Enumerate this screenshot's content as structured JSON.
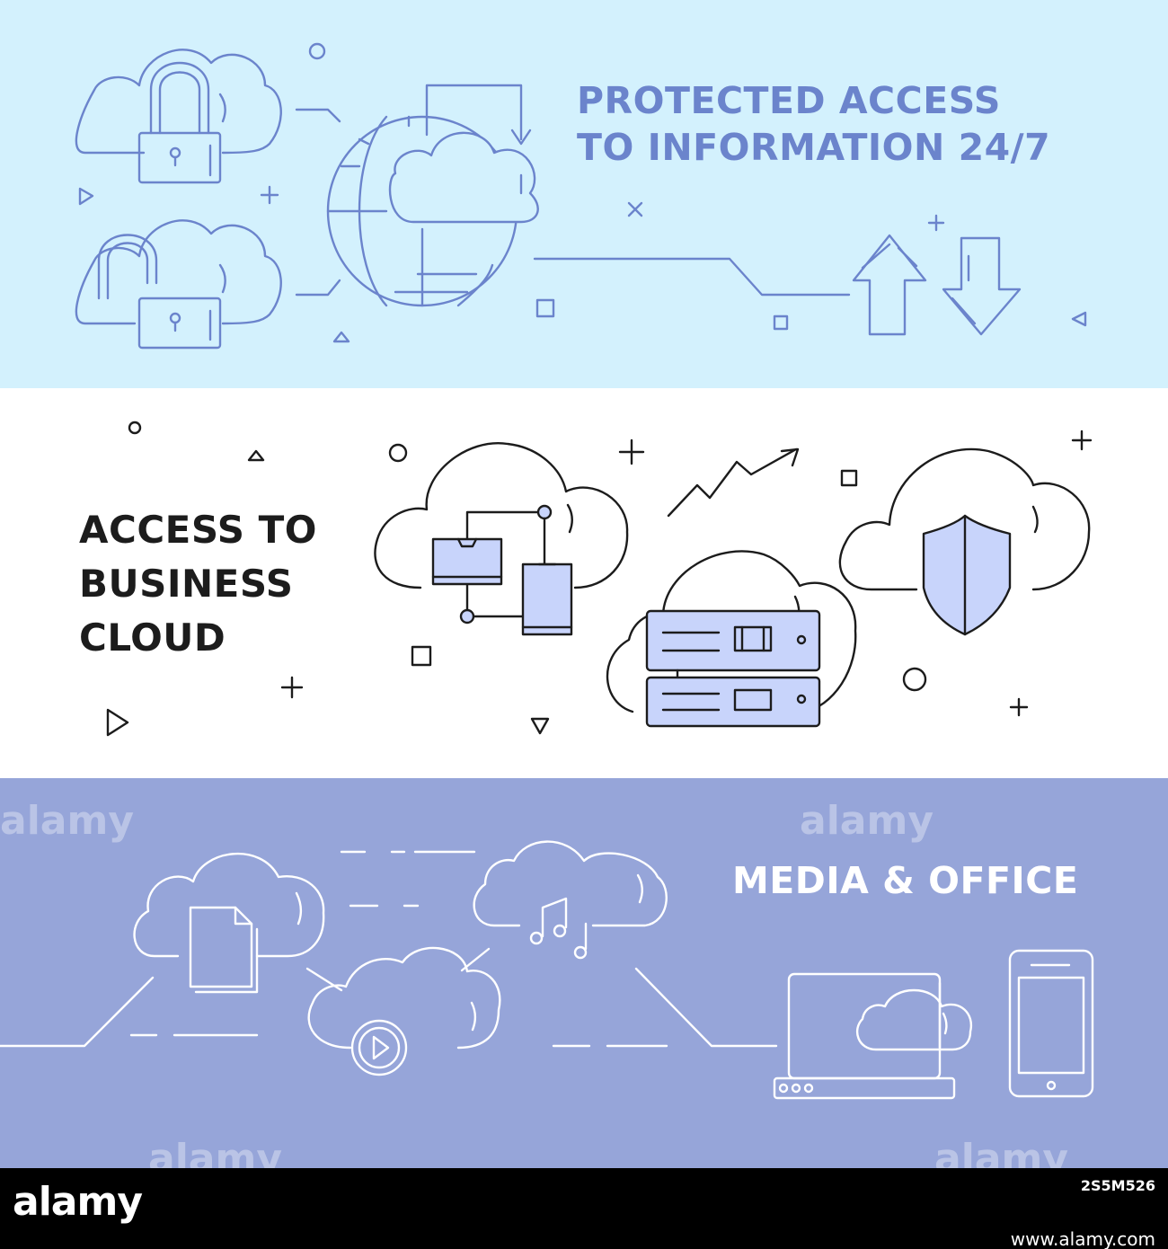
{
  "banners": [
    {
      "headline_lines": [
        "PROTECTED ACCESS",
        "TO INFORMATION 24/7"
      ],
      "colors": {
        "background": "#d3f1fd",
        "stroke": "#6b84cc",
        "text": "#6b84cc"
      }
    },
    {
      "headline_lines": [
        "ACCESS TO",
        "BUSINESS",
        "CLOUD"
      ],
      "colors": {
        "background": "#ffffff",
        "stroke": "#1c1c1c",
        "fill": "#c8d4fb",
        "text": "#1c1c1c"
      }
    },
    {
      "headline_lines": [
        "MEDIA & OFFICE"
      ],
      "colors": {
        "background": "#96a5d9",
        "stroke": "#ffffff",
        "text": "#ffffff"
      }
    }
  ],
  "watermark": {
    "text": "alamy"
  },
  "footer": {
    "logo": "alamy",
    "image_id": "2S5M526",
    "url": "www.alamy.com"
  },
  "icons": {
    "banner1": [
      "locked-cloud-icon",
      "unlocked-cloud-icon",
      "globe-cloud-icon",
      "upload-arrow-icon",
      "download-arrow-icon"
    ],
    "banner2": [
      "cloud-network-icon",
      "growth-chart-icon",
      "shield-cloud-icon",
      "server-cloud-icon"
    ],
    "banner3": [
      "document-cloud-icon",
      "music-cloud-icon",
      "video-cloud-icon",
      "laptop-icon",
      "smartphone-icon"
    ]
  }
}
